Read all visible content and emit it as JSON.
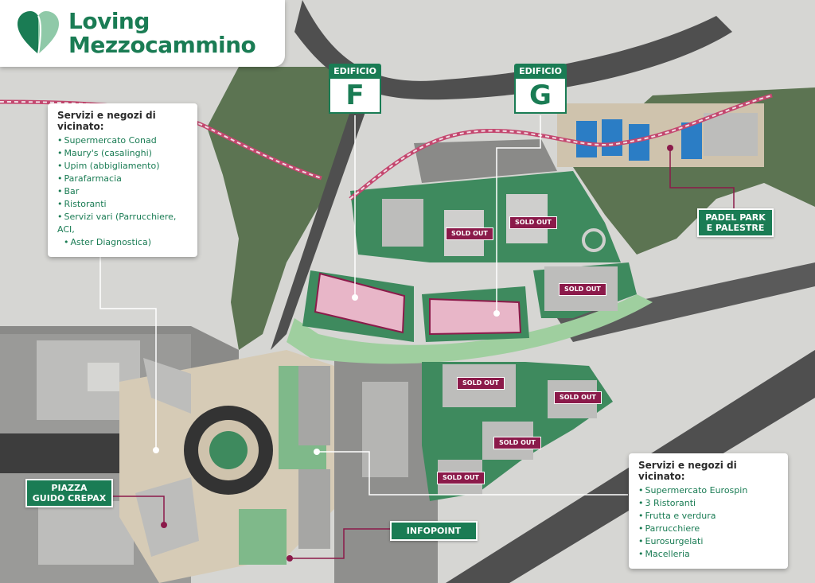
{
  "brand": {
    "line1": "Loving",
    "line2": "Mezzocammino",
    "color": "#1a7c54"
  },
  "colors": {
    "green": "#1a7c54",
    "sold": "#8b1a4a",
    "path": "#c4476f",
    "building_highlight": "#e8b6c8"
  },
  "services_left": {
    "title": "Servizi e negozi di vicinato:",
    "items": [
      "Supermercato Conad",
      "Maury's (casalinghi)",
      "Upim (abbigliamento)",
      "Parafarmacia",
      "Bar",
      "Ristoranti",
      "Servizi vari (Parrucchiere, ACI,",
      "Aster Diagnostica)"
    ]
  },
  "services_right": {
    "title": "Servizi e negozi di vicinato:",
    "items": [
      "Supermercato Eurospin",
      "3 Ristoranti",
      "Frutta e verdura",
      "Parrucchiere",
      "Eurosurgelati",
      "Macelleria"
    ]
  },
  "edificio_f": {
    "tag": "EDIFICIO",
    "letter": "F"
  },
  "edificio_g": {
    "tag": "EDIFICIO",
    "letter": "G"
  },
  "labels": {
    "padel_line1": "PADEL PARK",
    "padel_line2": "E PALESTRE",
    "piazza_line1": "PIAZZA",
    "piazza_line2": "GUIDO CREPAX",
    "infopoint": "INFOPOINT"
  },
  "sold_out": [
    "SOLD OUT",
    "SOLD OUT",
    "SOLD OUT",
    "SOLD OUT",
    "SOLD OUT",
    "SOLD OUT",
    "SOLD OUT"
  ]
}
